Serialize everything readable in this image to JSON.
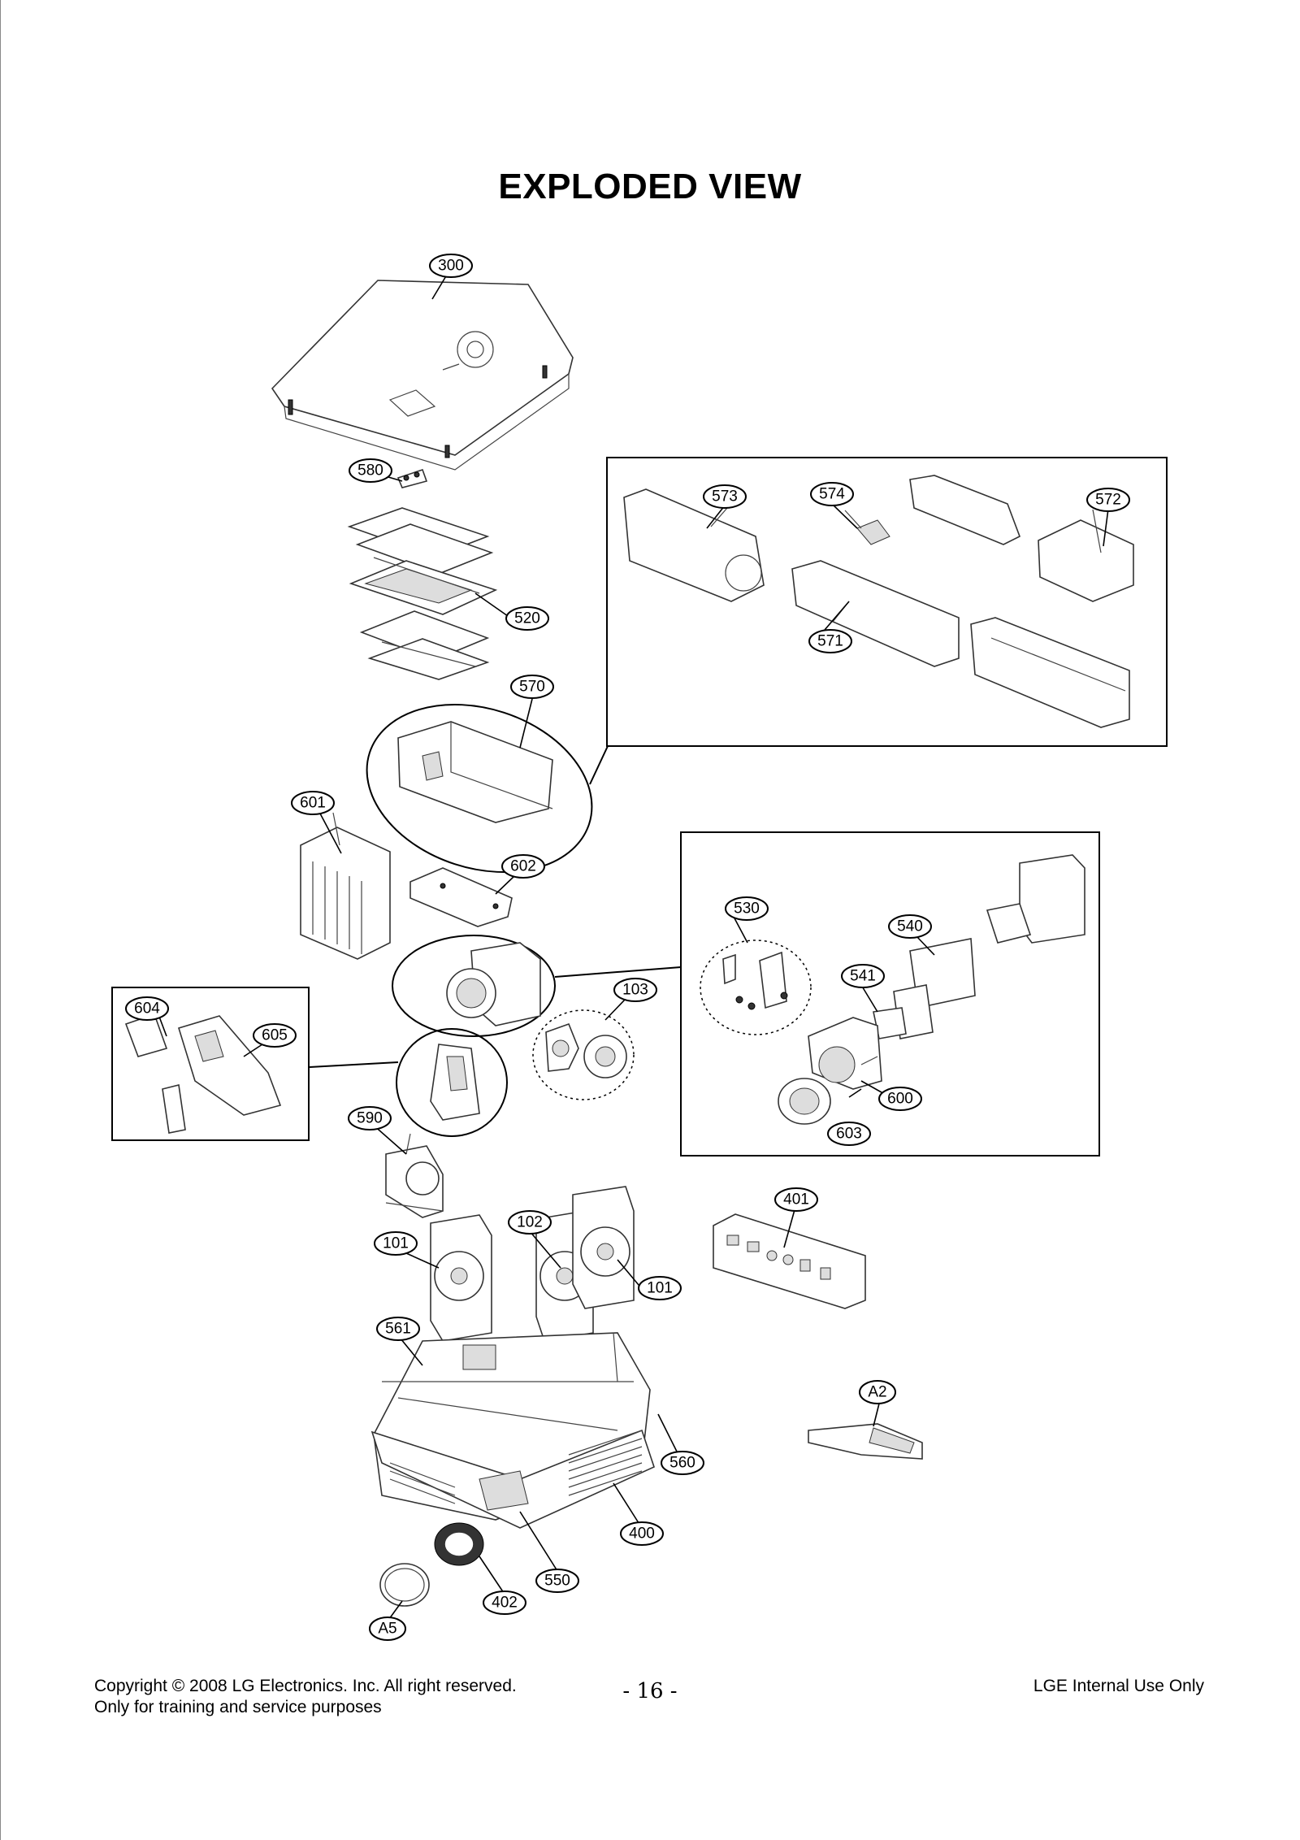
{
  "page": {
    "title": "EXPLODED VIEW",
    "page_number": "- 16 -",
    "footer_left_line1": "Copyright © 2008 LG Electronics. Inc. All right reserved.",
    "footer_left_line2": "Only for training and service purposes",
    "footer_right": "LGE Internal Use Only"
  },
  "diagram": {
    "type": "exploded-view",
    "callouts": [
      "300",
      "580",
      "520",
      "570",
      "573",
      "574",
      "572",
      "571",
      "601",
      "602",
      "530",
      "540",
      "541",
      "103",
      "604",
      "605",
      "600",
      "603",
      "590",
      "401",
      "102",
      "101",
      "101",
      "561",
      "A2",
      "560",
      "400",
      "550",
      "402",
      "A5"
    ]
  }
}
